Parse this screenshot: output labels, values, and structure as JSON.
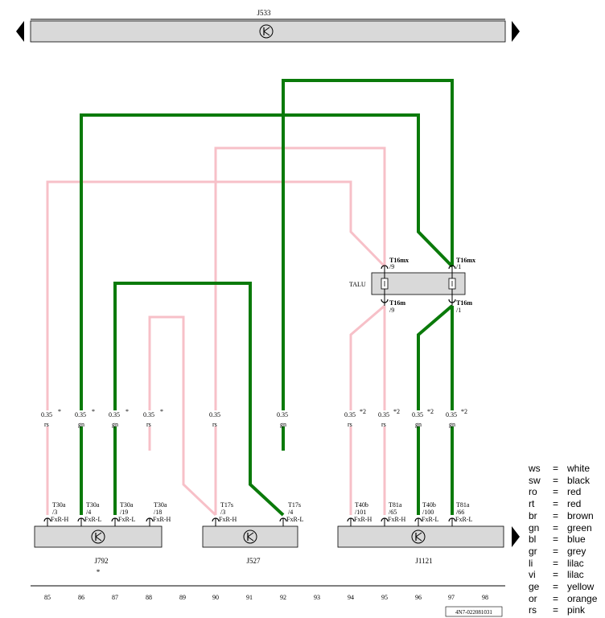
{
  "top_bus": {
    "label": "J533"
  },
  "talu": {
    "label": "TALU",
    "upper_left_conn": "T16mx",
    "upper_left_pin": "/9",
    "upper_right_conn": "T16mx",
    "upper_right_pin": "/1",
    "lower_left_conn": "T16m",
    "lower_left_pin": "/9",
    "lower_right_conn": "T16m",
    "lower_right_pin": "/1"
  },
  "wires": [
    {
      "size": "0.35",
      "color_code": "rs",
      "mark": "*"
    },
    {
      "size": "0.35",
      "color_code": "gn",
      "mark": "*"
    },
    {
      "size": "0.35",
      "color_code": "gn",
      "mark": "*"
    },
    {
      "size": "0.35",
      "color_code": "rs",
      "mark": "*"
    },
    {
      "size": "0.35",
      "color_code": "rs",
      "mark": ""
    },
    {
      "size": "0.35",
      "color_code": "gn",
      "mark": ""
    },
    {
      "size": "0.35",
      "color_code": "rs",
      "mark": "*2"
    },
    {
      "size": "0.35",
      "color_code": "rs",
      "mark": "*2"
    },
    {
      "size": "0.35",
      "color_code": "gn",
      "mark": "*2"
    },
    {
      "size": "0.35",
      "color_code": "gn",
      "mark": "*2"
    }
  ],
  "pins": [
    {
      "conn": "T30a",
      "pin": "/3",
      "signal": "FxR-H"
    },
    {
      "conn": "T30a",
      "pin": "/4",
      "signal": "FxR-L"
    },
    {
      "conn": "T30a",
      "pin": "/19",
      "signal": "FxR-L"
    },
    {
      "conn": "T30a",
      "pin": "/18",
      "signal": "FxR-H"
    },
    {
      "conn": "T17s",
      "pin": "/3",
      "signal": "FxR-H"
    },
    {
      "conn": "T17s",
      "pin": "/4",
      "signal": "FxR-L"
    },
    {
      "conn": "T40b",
      "pin": "/101",
      "signal": "FxR-H"
    },
    {
      "conn": "T81a",
      "pin": "/65",
      "signal": "FxR-H"
    },
    {
      "conn": "T40b",
      "pin": "/100",
      "signal": "FxR-L"
    },
    {
      "conn": "T81a",
      "pin": "/66",
      "signal": "FxR-L"
    }
  ],
  "modules": [
    {
      "label": "J792",
      "note": "*"
    },
    {
      "label": "J527",
      "note": ""
    },
    {
      "label": "J1121",
      "note": ""
    }
  ],
  "columns": [
    "85",
    "86",
    "87",
    "88",
    "89",
    "90",
    "91",
    "92",
    "93",
    "94",
    "95",
    "96",
    "97",
    "98"
  ],
  "legend": [
    {
      "code": "ws",
      "eq": "=",
      "name": "white"
    },
    {
      "code": "sw",
      "eq": "=",
      "name": "black"
    },
    {
      "code": "ro",
      "eq": "=",
      "name": "red"
    },
    {
      "code": "rt",
      "eq": "=",
      "name": "red"
    },
    {
      "code": "br",
      "eq": "=",
      "name": "brown"
    },
    {
      "code": "gn",
      "eq": "=",
      "name": "green"
    },
    {
      "code": "bl",
      "eq": "=",
      "name": "blue"
    },
    {
      "code": "gr",
      "eq": "=",
      "name": "grey"
    },
    {
      "code": "li",
      "eq": "=",
      "name": "lilac"
    },
    {
      "code": "vi",
      "eq": "=",
      "name": "lilac"
    },
    {
      "code": "ge",
      "eq": "=",
      "name": "yellow"
    },
    {
      "code": "or",
      "eq": "=",
      "name": "orange"
    },
    {
      "code": "rs",
      "eq": "=",
      "name": "pink"
    }
  ],
  "ref_code": "4N7-022081031",
  "colors": {
    "pink": "#f7c0c8",
    "green": "#0a7a0a",
    "bus": "#d9d9d9"
  }
}
